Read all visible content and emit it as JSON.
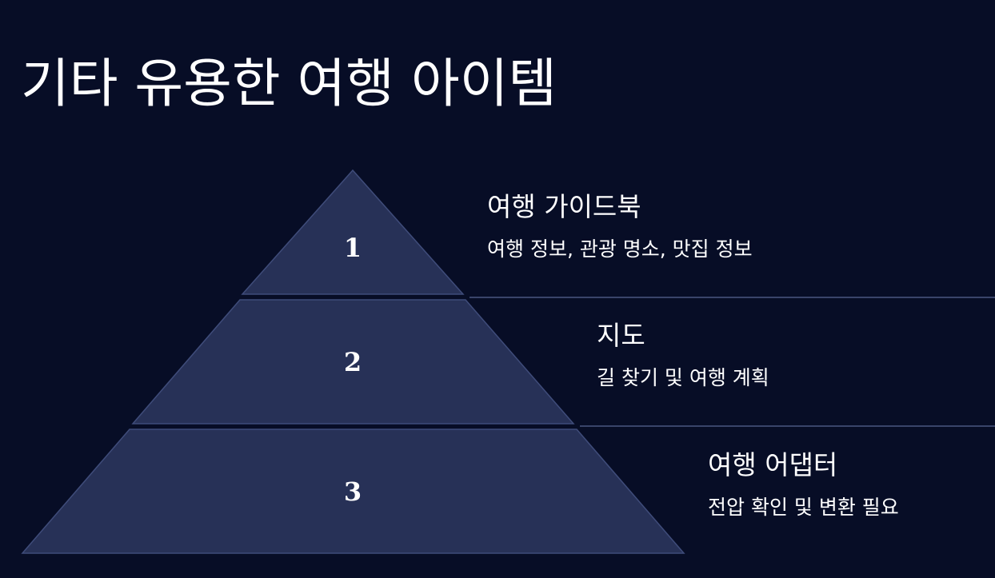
{
  "slide": {
    "title": "기타 유용한 여행 아이템"
  },
  "tiers": [
    {
      "number": "1",
      "heading": "여행 가이드북",
      "description": "여행 정보, 관광 명소, 맛집 정보"
    },
    {
      "number": "2",
      "heading": "지도",
      "description": "길 찾기 및 여행 계획"
    },
    {
      "number": "3",
      "heading": "여행 어댑터",
      "description": "전압 확인 및 변환 필요"
    }
  ],
  "colors": {
    "background": "#070d26",
    "tier_fill": "#273157",
    "tier_stroke": "#3f4c7a",
    "divider": "#4a5680",
    "text": "#ffffff"
  }
}
